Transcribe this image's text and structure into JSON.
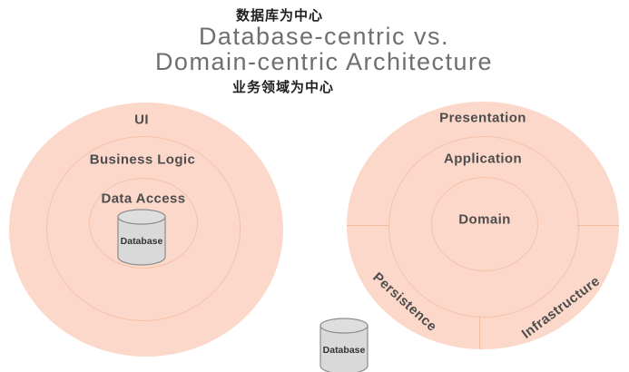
{
  "header": {
    "caption_top": "数据库为中心",
    "title_line1": "Database-centric vs.",
    "title_line2": "Domain-centric Architecture",
    "caption_bottom": "业务领域为中心"
  },
  "left_diagram": {
    "name": "database-centric-architecture",
    "type": "concentric-circles",
    "label_outer": "UI",
    "label_middle": "Business Logic",
    "label_inner": "Data Access",
    "cylinder_label": "Database",
    "cylinder_position": "center-of-circles"
  },
  "right_diagram": {
    "name": "domain-centric-architecture",
    "type": "concentric-circles",
    "label_outer_top": "Presentation",
    "label_middle": "Application",
    "label_inner": "Domain",
    "label_segment_bottom_left": "Persistence",
    "label_segment_bottom_right": "Infrastructure",
    "cylinder_label": "Database",
    "cylinder_position": "outside-bottom-left"
  },
  "colors": {
    "circle_fill": "#fcd8ca",
    "ring_stroke": "#f4c2a8",
    "label_text": "#4d4d4d",
    "title_text": "#6f6f6f",
    "caption_text": "#1f1f1f",
    "cylinder_fill": "#d9d9d9",
    "cylinder_stroke": "#8c8c8c"
  }
}
